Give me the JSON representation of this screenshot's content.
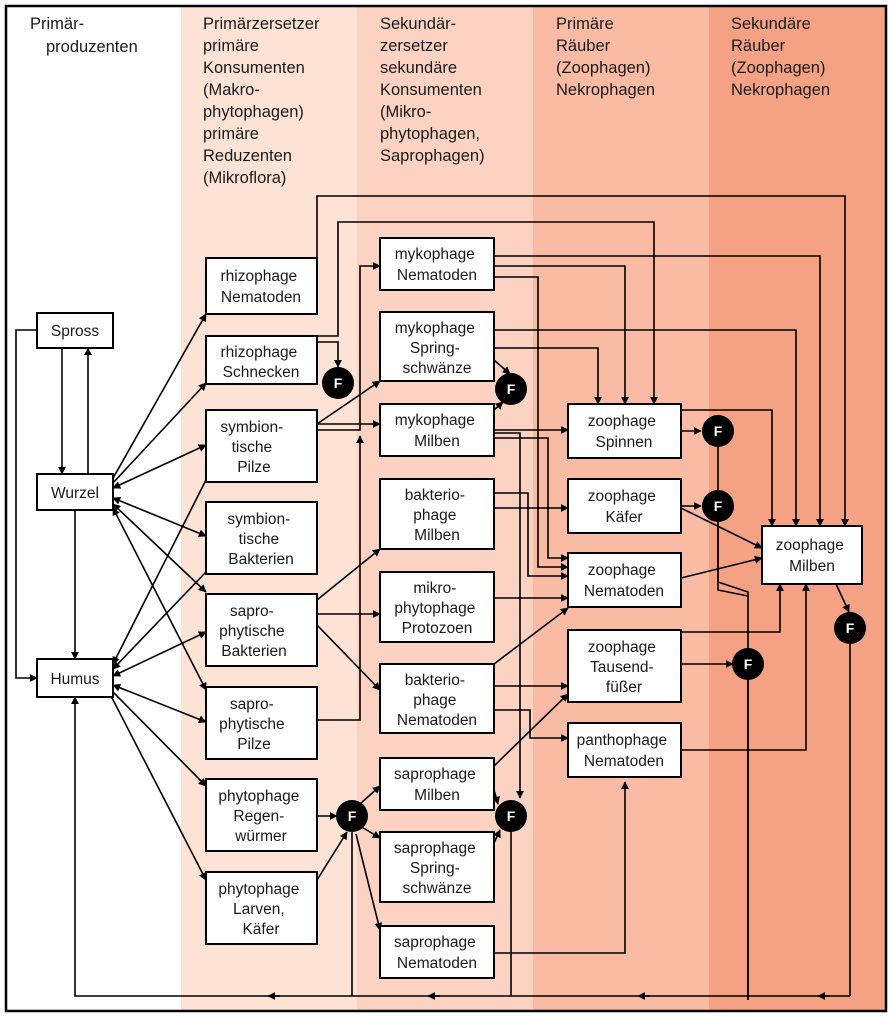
{
  "columns": [
    {
      "id": "c0",
      "lines": [
        "Primär-",
        "produzenten"
      ],
      "color": "#ffffff"
    },
    {
      "id": "c1",
      "lines": [
        "Primärzersetzer",
        "primäre",
        "Konsumenten",
        "(Makro-",
        "phytophagen)",
        "primäre",
        "Reduzenten",
        "(Mikroflora)"
      ],
      "color": "#fde2d6"
    },
    {
      "id": "c2",
      "lines": [
        "Sekundär-",
        "zersetzer",
        "sekundäre",
        "Konsumenten",
        "(Mikro-",
        "phytophagen,",
        "Saprophagen)"
      ],
      "color": "#fcd3c2"
    },
    {
      "id": "c3",
      "lines": [
        "Primäre",
        "Räuber",
        "(Zoophagen)",
        "Nekrophagen"
      ],
      "color": "#f9bba3"
    },
    {
      "id": "c4",
      "lines": [
        "Sekundäre",
        "Räuber",
        "(Zoophagen)",
        "Nekrophagen"
      ],
      "color": "#f4a283"
    }
  ],
  "nodes": [
    {
      "id": "spross",
      "lines": [
        "Spross"
      ]
    },
    {
      "id": "wurzel",
      "lines": [
        "Wurzel"
      ]
    },
    {
      "id": "humus",
      "lines": [
        "Humus"
      ]
    },
    {
      "id": "rhizo_nema",
      "lines": [
        "rhizophage",
        "Nematoden"
      ]
    },
    {
      "id": "rhizo_schn",
      "lines": [
        "rhizophage",
        "Schnecken"
      ]
    },
    {
      "id": "symb_pilze",
      "lines": [
        "symbion-",
        "tische",
        "Pilze"
      ]
    },
    {
      "id": "symb_bakt",
      "lines": [
        "symbion-",
        "tische",
        "Bakterien"
      ]
    },
    {
      "id": "sapro_bakt",
      "lines": [
        "sapro-",
        "phytische",
        "Bakterien"
      ]
    },
    {
      "id": "sapro_pilze",
      "lines": [
        "sapro-",
        "phytische",
        "Pilze"
      ]
    },
    {
      "id": "phyto_regen",
      "lines": [
        "phytophage",
        "Regen-",
        "würmer"
      ]
    },
    {
      "id": "phyto_larven",
      "lines": [
        "phytophage",
        "Larven,",
        "Käfer"
      ]
    },
    {
      "id": "myko_nema",
      "lines": [
        "mykophage",
        "Nematoden"
      ]
    },
    {
      "id": "myko_spring",
      "lines": [
        "mykophage",
        "Spring-",
        "schwänze"
      ]
    },
    {
      "id": "myko_milben",
      "lines": [
        "mykophage",
        "Milben"
      ]
    },
    {
      "id": "bakt_milben",
      "lines": [
        "bakterio-",
        "phage",
        "Milben"
      ]
    },
    {
      "id": "mikro_proto",
      "lines": [
        "mikro-",
        "phytophage",
        "Protozoen"
      ]
    },
    {
      "id": "bakt_nema",
      "lines": [
        "bakterio-",
        "phage",
        "Nematoden"
      ]
    },
    {
      "id": "sapro_milben",
      "lines": [
        "saprophage",
        "Milben"
      ]
    },
    {
      "id": "sapro_spring",
      "lines": [
        "saprophage",
        "Spring-",
        "schwänze"
      ]
    },
    {
      "id": "sapro_nema",
      "lines": [
        "saprophage",
        "Nematoden"
      ]
    },
    {
      "id": "zoo_spinnen",
      "lines": [
        "zoophage",
        "Spinnen"
      ]
    },
    {
      "id": "zoo_kaefer",
      "lines": [
        "zoophage",
        "Käfer"
      ]
    },
    {
      "id": "zoo_nema",
      "lines": [
        "zoophage",
        "Nematoden"
      ]
    },
    {
      "id": "zoo_tausend",
      "lines": [
        "zoophage",
        "Tausend-",
        "füßer"
      ]
    },
    {
      "id": "pantho_nema",
      "lines": [
        "panthophage",
        "Nematoden"
      ]
    },
    {
      "id": "zoo_milben",
      "lines": [
        "zoophage",
        "Milben"
      ]
    }
  ],
  "feces_label": "F"
}
